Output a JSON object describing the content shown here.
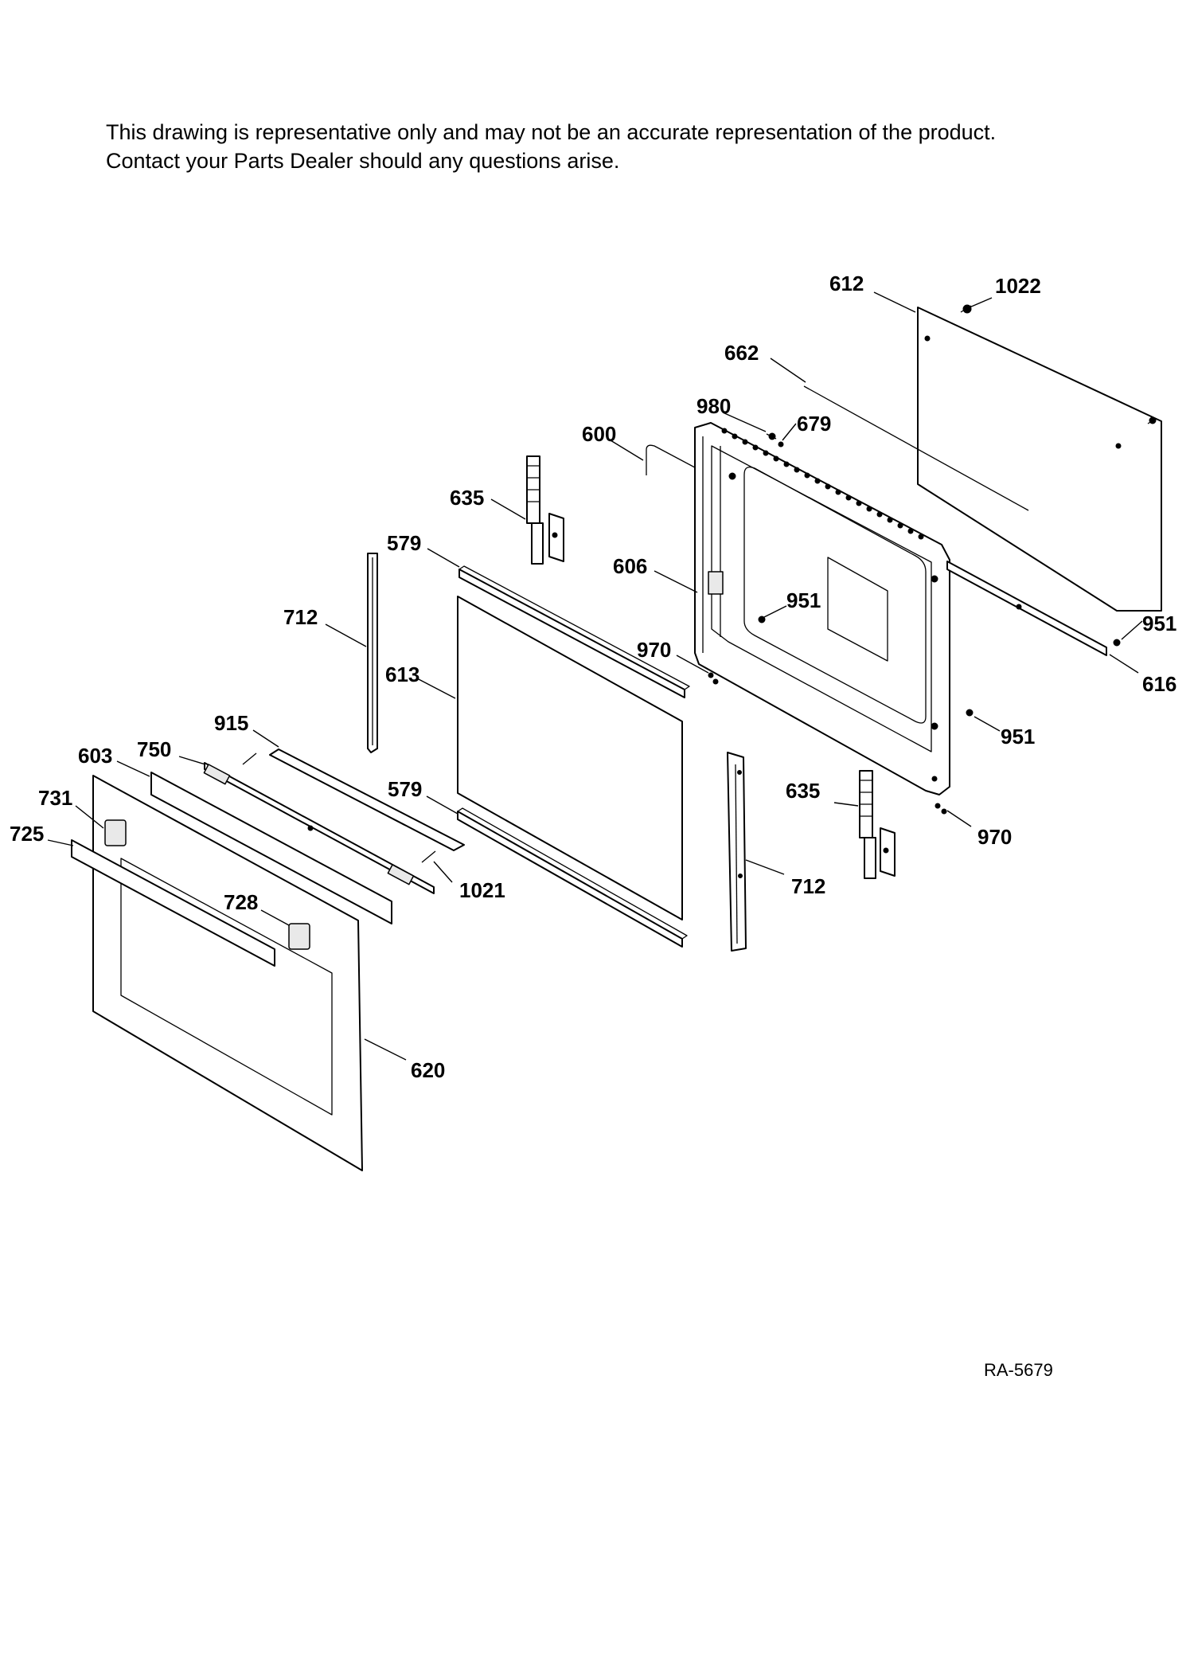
{
  "disclaimer": {
    "line1": "This drawing is representative only and may not be an accurate representation of the product.",
    "line2": "Contact your Parts Dealer should any questions arise."
  },
  "drawing_id": "RA-5679",
  "callouts": {
    "c612": "612",
    "c1022": "1022",
    "c662": "662",
    "c980": "980",
    "c679": "679",
    "c600": "600",
    "c635a": "635",
    "c579a": "579",
    "c606": "606",
    "c951a": "951",
    "c951b": "951",
    "c616": "616",
    "c712a": "712",
    "c970a": "970",
    "c613": "613",
    "c951c": "951",
    "c915": "915",
    "c603": "603",
    "c750": "750",
    "c731": "731",
    "c725": "725",
    "c579b": "579",
    "c635b": "635",
    "c970b": "970",
    "c1021": "1021",
    "c712b": "712",
    "c728": "728",
    "c620": "620"
  }
}
